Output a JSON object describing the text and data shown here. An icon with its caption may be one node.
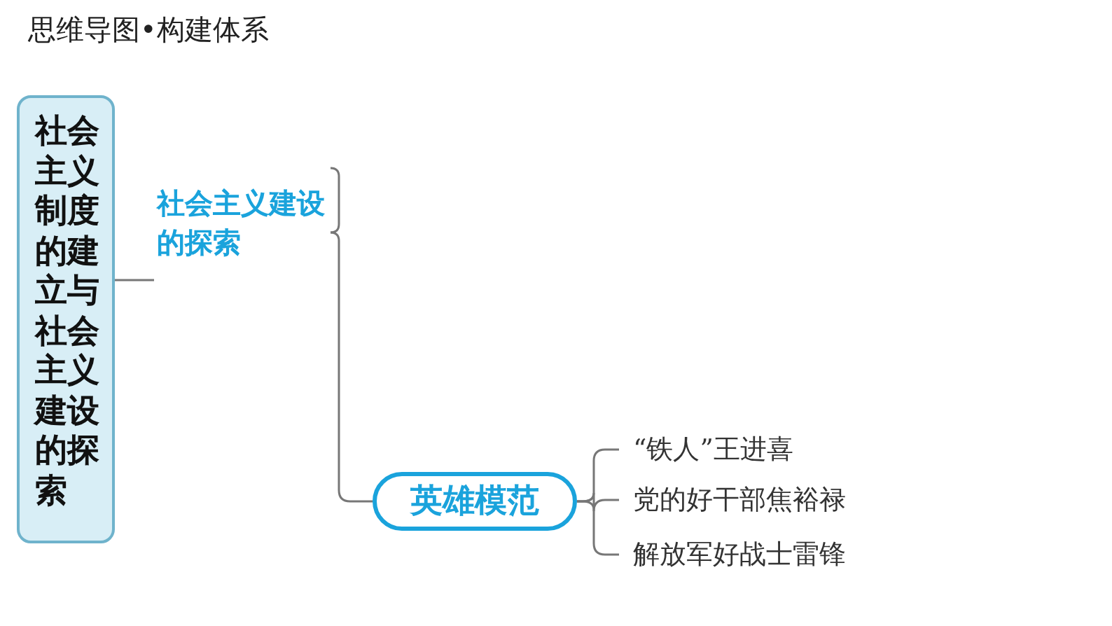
{
  "diagram": {
    "title": "思维导图•构建体系",
    "nodes": [
      {
        "text": [
          "社会主义制度的建立与社会主义建设的探索"
        ]
      },
      {
        "text": [
          "社会主义建设的探索"
        ]
      },
      {
        "text": [
          "英雄模范"
        ]
      },
      {
        "text": [
          "“铁人”王进喜"
        ]
      },
      {
        "text": [
          "党的好干部焦裕禄"
        ]
      },
      {
        "text": [
          "解放军好战士雷锋"
        ]
      }
    ],
    "edges": [
      {
        "from": 0,
        "to": 1,
        "arrow": "none"
      },
      {
        "from": 1,
        "to": 2,
        "arrow": "none"
      },
      {
        "from": 2,
        "to": 3,
        "arrow": "none"
      },
      {
        "from": 2,
        "to": 4,
        "arrow": "none"
      },
      {
        "from": 2,
        "to": 5,
        "arrow": "none"
      }
    ]
  }
}
